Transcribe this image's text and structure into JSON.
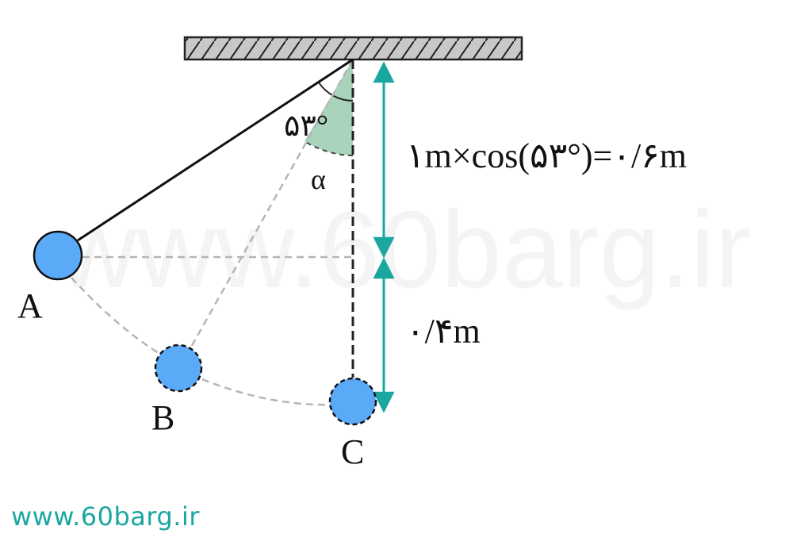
{
  "labels": {
    "point_a": "A",
    "point_b": "B",
    "point_c": "C",
    "angle_value": "۵۳°",
    "angle_alpha": "α",
    "upper_length": "۱m×cos(۵۳°)=۰/۶m",
    "lower_length": "۰/۴m"
  },
  "watermark": "www.60barg.ir",
  "site_link": "www.60barg.ir",
  "colors": {
    "ball_fill": "#5aaaf7",
    "arrow": "#1aa7a0",
    "angle_sector": "#6fb88d",
    "hatch": "#c8c8c8",
    "dashed_guides": "#b5b5b5"
  }
}
